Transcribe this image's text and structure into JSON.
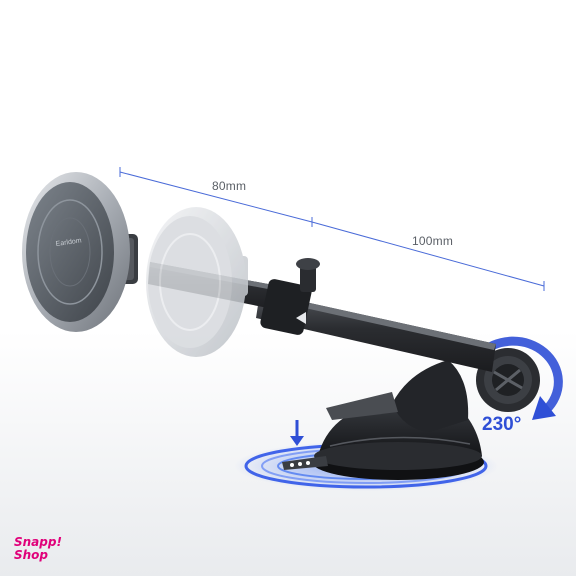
{
  "dimensions": {
    "short_arm": "80mm",
    "long_arm": "100mm"
  },
  "rotation": {
    "label": "230°"
  },
  "puck": {
    "brand_text": "Earldom"
  },
  "watermark": {
    "line1": "Snapp!",
    "line2": "Shop"
  },
  "colors": {
    "accent_blue": "#2f4fd6",
    "glow_blue": "#3b6cf0",
    "arm_dark": "#2b2d31",
    "logo_pink": "#e0007a"
  },
  "icons": [
    "magnet-puck",
    "suction-cup-base",
    "rotation-arrow",
    "down-arrow"
  ]
}
